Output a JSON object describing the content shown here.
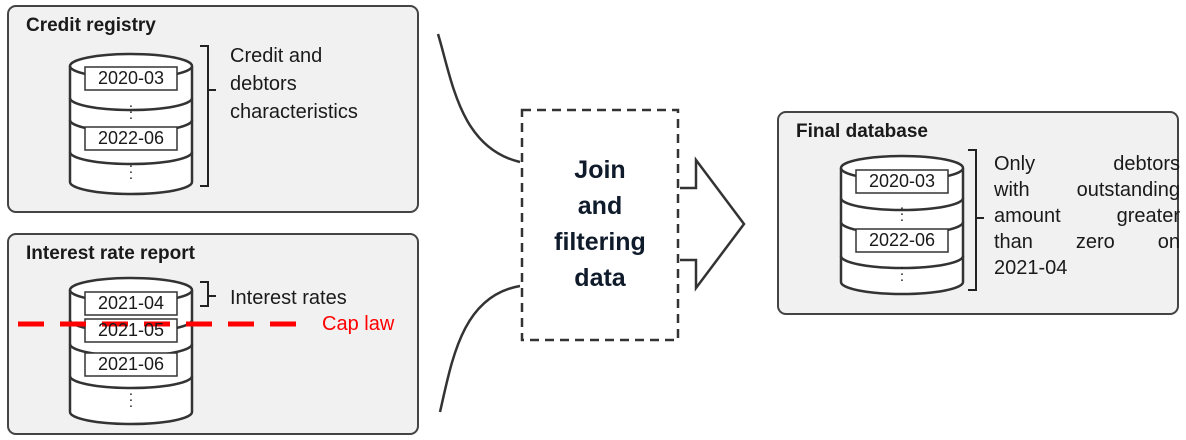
{
  "credit_registry": {
    "title": "Credit registry",
    "rows": [
      "2020-03",
      "2022-06"
    ],
    "ellipsis": ".",
    "description_lines": [
      "Credit and",
      "debtors",
      "characteristics"
    ]
  },
  "interest_report": {
    "title": "Interest rate report",
    "rows": [
      "2021-04",
      "2021-05",
      "2021-06"
    ],
    "ellipsis": ".",
    "description": "Interest rates",
    "cap_law": "Cap law"
  },
  "process": {
    "label_lines": [
      "Join",
      "and",
      "filtering",
      "data"
    ]
  },
  "final_database": {
    "title": "Final database",
    "rows": [
      "2020-03",
      "2022-06"
    ],
    "ellipsis": ".",
    "description_lines": [
      "Only debtors",
      "with outstanding",
      "amount greater",
      "than zero on",
      "2021-04"
    ]
  },
  "colors": {
    "box_fill": "#f1f1f1",
    "box_stroke": "#444444",
    "cap_line": "#ff0000"
  }
}
